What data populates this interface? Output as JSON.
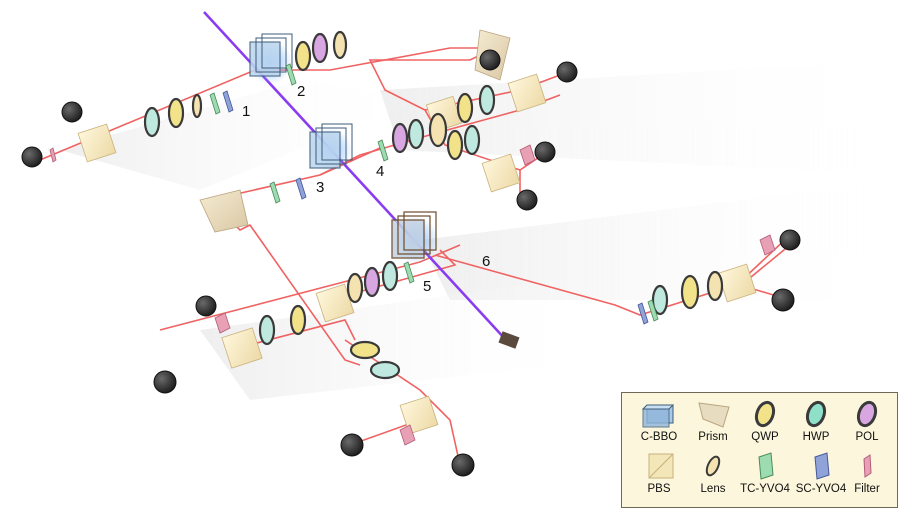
{
  "figure": {
    "labels": [
      "1",
      "2",
      "3",
      "4",
      "5",
      "6"
    ]
  },
  "legend": {
    "items": [
      {
        "name": "C-BBO",
        "icon": "cbbo-crystal-icon",
        "color": "#a9c9e6"
      },
      {
        "name": "Prism",
        "icon": "prism-icon",
        "color": "#e8dcc0"
      },
      {
        "name": "QWP",
        "icon": "qwp-icon",
        "color": "#f2e28a"
      },
      {
        "name": "HWP",
        "icon": "hwp-icon",
        "color": "#8fe0c8"
      },
      {
        "name": "POL",
        "icon": "pol-icon",
        "color": "#d8a6e0"
      },
      {
        "name": "PBS",
        "icon": "pbs-icon",
        "color": "#f3e6b8"
      },
      {
        "name": "Lens",
        "icon": "lens-icon",
        "color": "#f4e3b0"
      },
      {
        "name": "TC-YVO4",
        "icon": "tc-yvo4-icon",
        "color": "#9ddbb0"
      },
      {
        "name": "SC-YVO4",
        "icon": "sc-yvo4-icon",
        "color": "#8fa3d8"
      },
      {
        "name": "Filter",
        "icon": "filter-icon",
        "color": "#e7a0b4"
      }
    ]
  },
  "colors": {
    "laser_red": "#f05a5a",
    "pump_violet": "#8a3cf0",
    "detector_dark": "#2b2b2b"
  }
}
